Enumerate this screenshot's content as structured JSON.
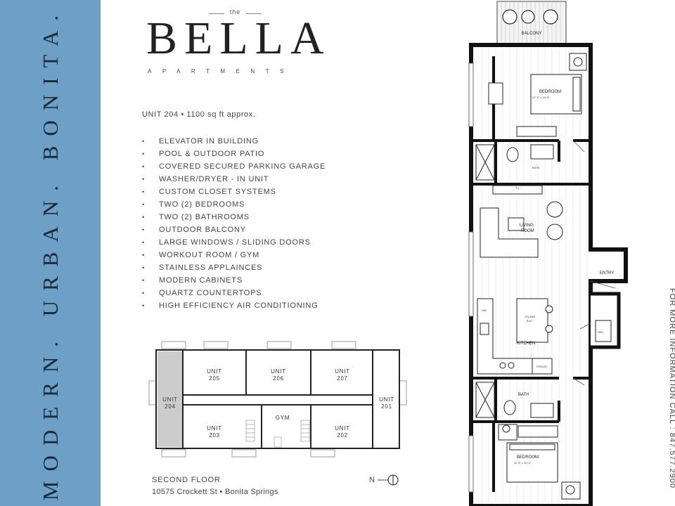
{
  "sidebar": {
    "tagline": "MODERN. URBAN. BONITA."
  },
  "brand": {
    "the": "the",
    "name": "BELLA",
    "subtitle": "APARTMENTS"
  },
  "unit_info": "UNIT 204 • 1100 sq ft approx.",
  "features": [
    "ELEVATOR IN BUILDING",
    "POOL & OUTDOOR PATIO",
    "COVERED SECURED PARKING GARAGE",
    "WASHER/DRYER - IN UNIT",
    "CUSTOM CLOSET SYSTEMS",
    "TWO (2) BEDROOMS",
    "TWO (2) BATHROOMS",
    "OUTDOOR BALCONY",
    "LARGE WINDOWS / SLIDING DOORS",
    "WORKOUT ROOM / GYM",
    "STAINLESS APPLAINCES",
    "MODERN CABINETS",
    "QUARTZ COUNTERTOPS",
    "HIGH EFFICIENCY AIR CONDITIONING"
  ],
  "site_plan": {
    "units": {
      "u205": [
        "UNIT",
        "205"
      ],
      "u206": [
        "UNIT",
        "206"
      ],
      "u207": [
        "UNIT",
        "207"
      ],
      "u204": [
        "UNIT",
        "204"
      ],
      "u201": [
        "UNIT",
        "201"
      ],
      "u203": [
        "UNIT",
        "203"
      ],
      "u202": [
        "UNIT",
        "202"
      ]
    },
    "gym": "GYM",
    "floor": "SECOND FLOOR",
    "address": "10575 Crockett St • Bonita Springs",
    "north": "N"
  },
  "floor_plan": {
    "balcony": "BALCONY",
    "bedroom1": "BEDROOM",
    "bedroom1_size": "17'-9\" x 13'-8\"",
    "bath1": "BATH",
    "tv": "TV",
    "living": [
      "LIVING",
      "ROOM"
    ],
    "entry": "ENTRY",
    "island": [
      "ISLAND",
      "8'x4'"
    ],
    "kitchen": "KITCHEN",
    "dw": "DW",
    "wd": "W/D",
    "fridge": "FRIDGE",
    "bath2": "BATH",
    "bedroom2": "BEDROOM",
    "bedroom2_size": "11'-9\" x 10'-2\""
  },
  "contact": "FOR MORE INFORMATION CALL : 847.577.2900",
  "colors": {
    "sidebar": "#6e9fc7",
    "highlight_unit": "#cccccc"
  }
}
